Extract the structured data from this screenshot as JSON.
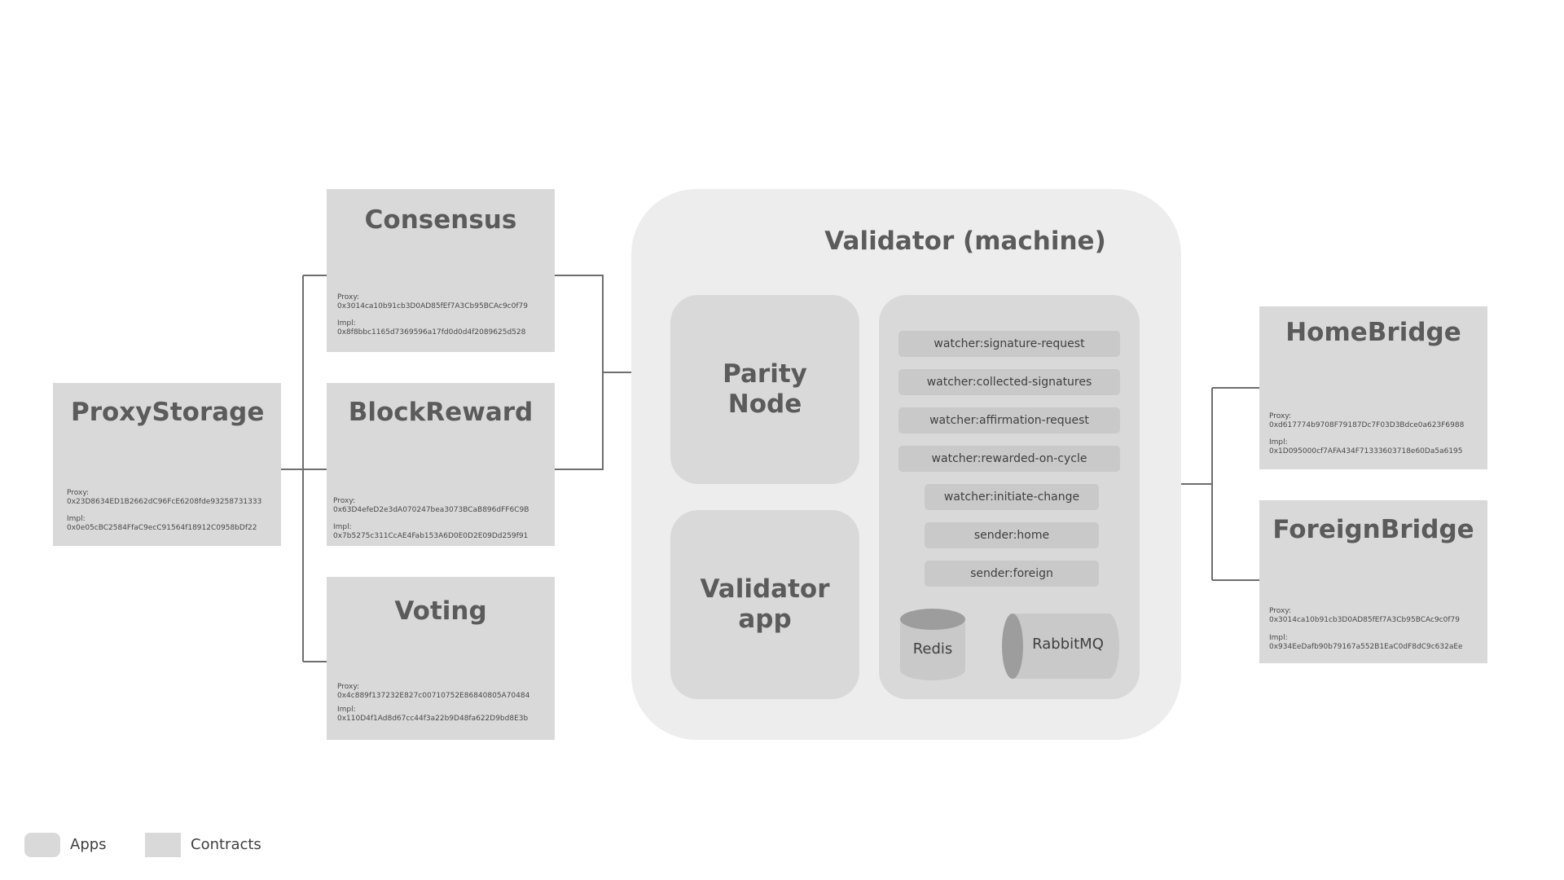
{
  "validator": {
    "title": "Validator (machine)",
    "apps": {
      "parity": "Parity\nNode",
      "validator_app": "Validator\napp"
    },
    "workers": [
      "watcher:signature-request",
      "watcher:collected-signatures",
      "watcher:affirmation-request",
      "watcher:rewarded-on-cycle",
      "watcher:initiate-change",
      "sender:home",
      "sender:foreign"
    ],
    "redis": "Redis",
    "rabbitmq": "RabbitMQ"
  },
  "contracts": {
    "proxystorage": {
      "title": "ProxyStorage",
      "proxy_label": "Proxy:",
      "proxy": "0x23D8634ED1B2662dC96FcE6208fde93258731333",
      "impl_label": "Impl:",
      "impl": "0x0e05cBC2584FfaC9ecC91564f18912C0958bDf22"
    },
    "consensus": {
      "title": "Consensus",
      "proxy_label": "Proxy:",
      "proxy": "0x3014ca10b91cb3D0AD85fEf7A3Cb95BCAc9c0f79",
      "impl_label": "Impl:",
      "impl": "0x8f8bbc1165d7369596a17fd0d0d4f2089625d528"
    },
    "blockreward": {
      "title": "BlockReward",
      "proxy_label": "Proxy:",
      "proxy": "0x63D4efeD2e3dA070247bea3073BCaB896dFF6C9B",
      "impl_label": "Impl:",
      "impl": "0x7b5275c311CcAE4Fab153A6D0E0D2E09Dd259f91"
    },
    "voting": {
      "title": "Voting",
      "proxy_label": "Proxy:",
      "proxy": "0x4c889f137232E827c00710752E86840805A70484",
      "impl_label": "Impl:",
      "impl": "0x110D4f1Ad8d67cc44f3a22b9D48fa622D9bd8E3b"
    },
    "homebridge": {
      "title": "HomeBridge",
      "proxy_label": "Proxy:",
      "proxy": "0xd617774b9708F79187Dc7F03D3Bdce0a623F6988",
      "impl_label": "Impl:",
      "impl": "0x1D095000cf7AFA434F71333603718e60Da5a6195"
    },
    "foreignbridge": {
      "title": "ForeignBridge",
      "proxy_label": "Proxy:",
      "proxy": "0x3014ca10b91cb3D0AD85fEf7A3Cb95BCAc9c0f79",
      "impl_label": "Impl:",
      "impl": "0x934EeDafb90b79167a552B1EaC0dF8dC9c632aEe"
    }
  },
  "legend": {
    "apps": "Apps",
    "contracts": "Contracts"
  },
  "colors": {
    "contract_fill": "#d9d9d9",
    "machine_fill": "#ededed",
    "worker_fill": "#c9c9c9",
    "connector": "#6e6e6e",
    "title_text": "#5b5b5b"
  }
}
